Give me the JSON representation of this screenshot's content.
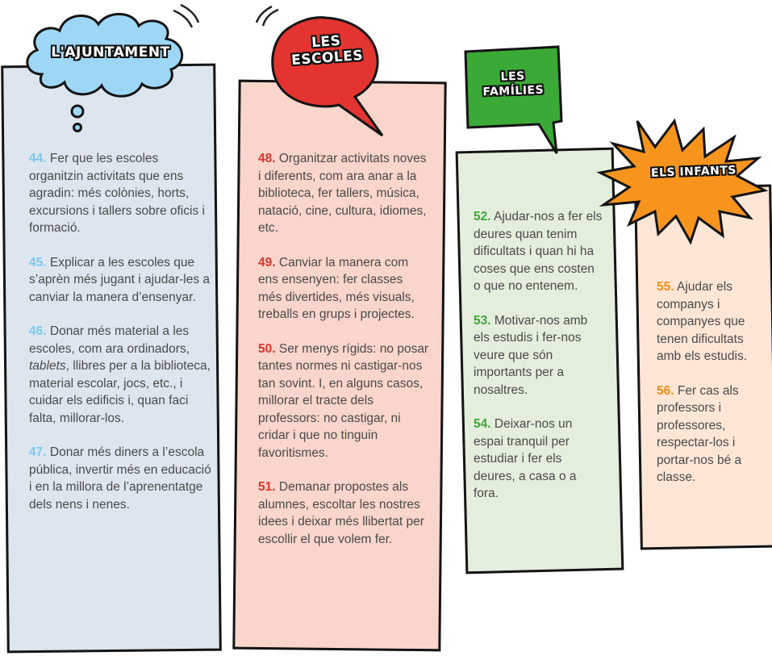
{
  "columns": [
    {
      "title": "L'AJUNTAMENT",
      "accent": "#7dc8ee",
      "bg": "#dde6ee",
      "items": [
        {
          "num": "44.",
          "text": "Fer que les escoles organitzin activitats que ens agradin: més colònies, horts, excursions i tallers sobre oficis i formació."
        },
        {
          "num": "45.",
          "text": "Explicar a les escoles que s’aprèn més jugant i ajudar-les a canviar la manera d’ensenyar."
        },
        {
          "num": "46.",
          "text_parts": [
            "Donar més material a les escoles, com ara ordinadors, ",
            "tablets",
            ", llibres per a la biblioteca, material escolar, jocs, etc., i cuidar els edificis i, quan faci falta, millorar-los."
          ]
        },
        {
          "num": "47.",
          "text": "Donar més diners a l’escola pública, invertir més en educació i en la millora de l’aprenentatge dels nens i nenes."
        }
      ]
    },
    {
      "title_line1": "LES",
      "title_line2": "ESCOLES",
      "accent": "#e3342f",
      "bg": "#f9d5cb",
      "items": [
        {
          "num": "48.",
          "text": "Organitzar activitats noves i diferents, com ara anar a la biblioteca, fer tallers, música, natació, cine, cultura, idiomes, etc."
        },
        {
          "num": "49.",
          "text": "Canviar la manera com ens ensenyen: fer classes més divertides, més visuals, treballs en grups i projectes."
        },
        {
          "num": "50.",
          "text": "Ser menys rígids: no posar tantes normes ni castigar-nos tan sovint. I, en alguns casos, millorar el tracte dels professors: no castigar, ni cridar i que no tinguin favoritismes."
        },
        {
          "num": "51.",
          "text": "Demanar propostes als alumnes, escoltar les nostres idees i deixar més llibertat per escollir el que volem fer."
        }
      ]
    },
    {
      "title_line1": "LES",
      "title_line2": "FAMÍLIES",
      "accent": "#3aa935",
      "bg": "#e4eedd",
      "items": [
        {
          "num": "52.",
          "text": "Ajudar-nos a fer els deures quan tenim dificultats i quan hi ha coses que ens costen o que no entenem."
        },
        {
          "num": "53.",
          "text": "Motivar-nos amb els estudis i fer-nos veure que són importants per a nosaltres."
        },
        {
          "num": "54.",
          "text": "Deixar-nos un espai tranquil per estudiar i fer els deures, a casa o a fora."
        }
      ]
    },
    {
      "title": "ELS INFANTS",
      "accent": "#f28c1b",
      "bg": "#fde6d6",
      "items": [
        {
          "num": "55.",
          "text": "Ajudar els companys i companyes que tenen dificultats amb els estudis."
        },
        {
          "num": "56.",
          "text": "Fer cas als professors i professores, respectar-los i portar-nos bé a classe."
        }
      ]
    }
  ]
}
